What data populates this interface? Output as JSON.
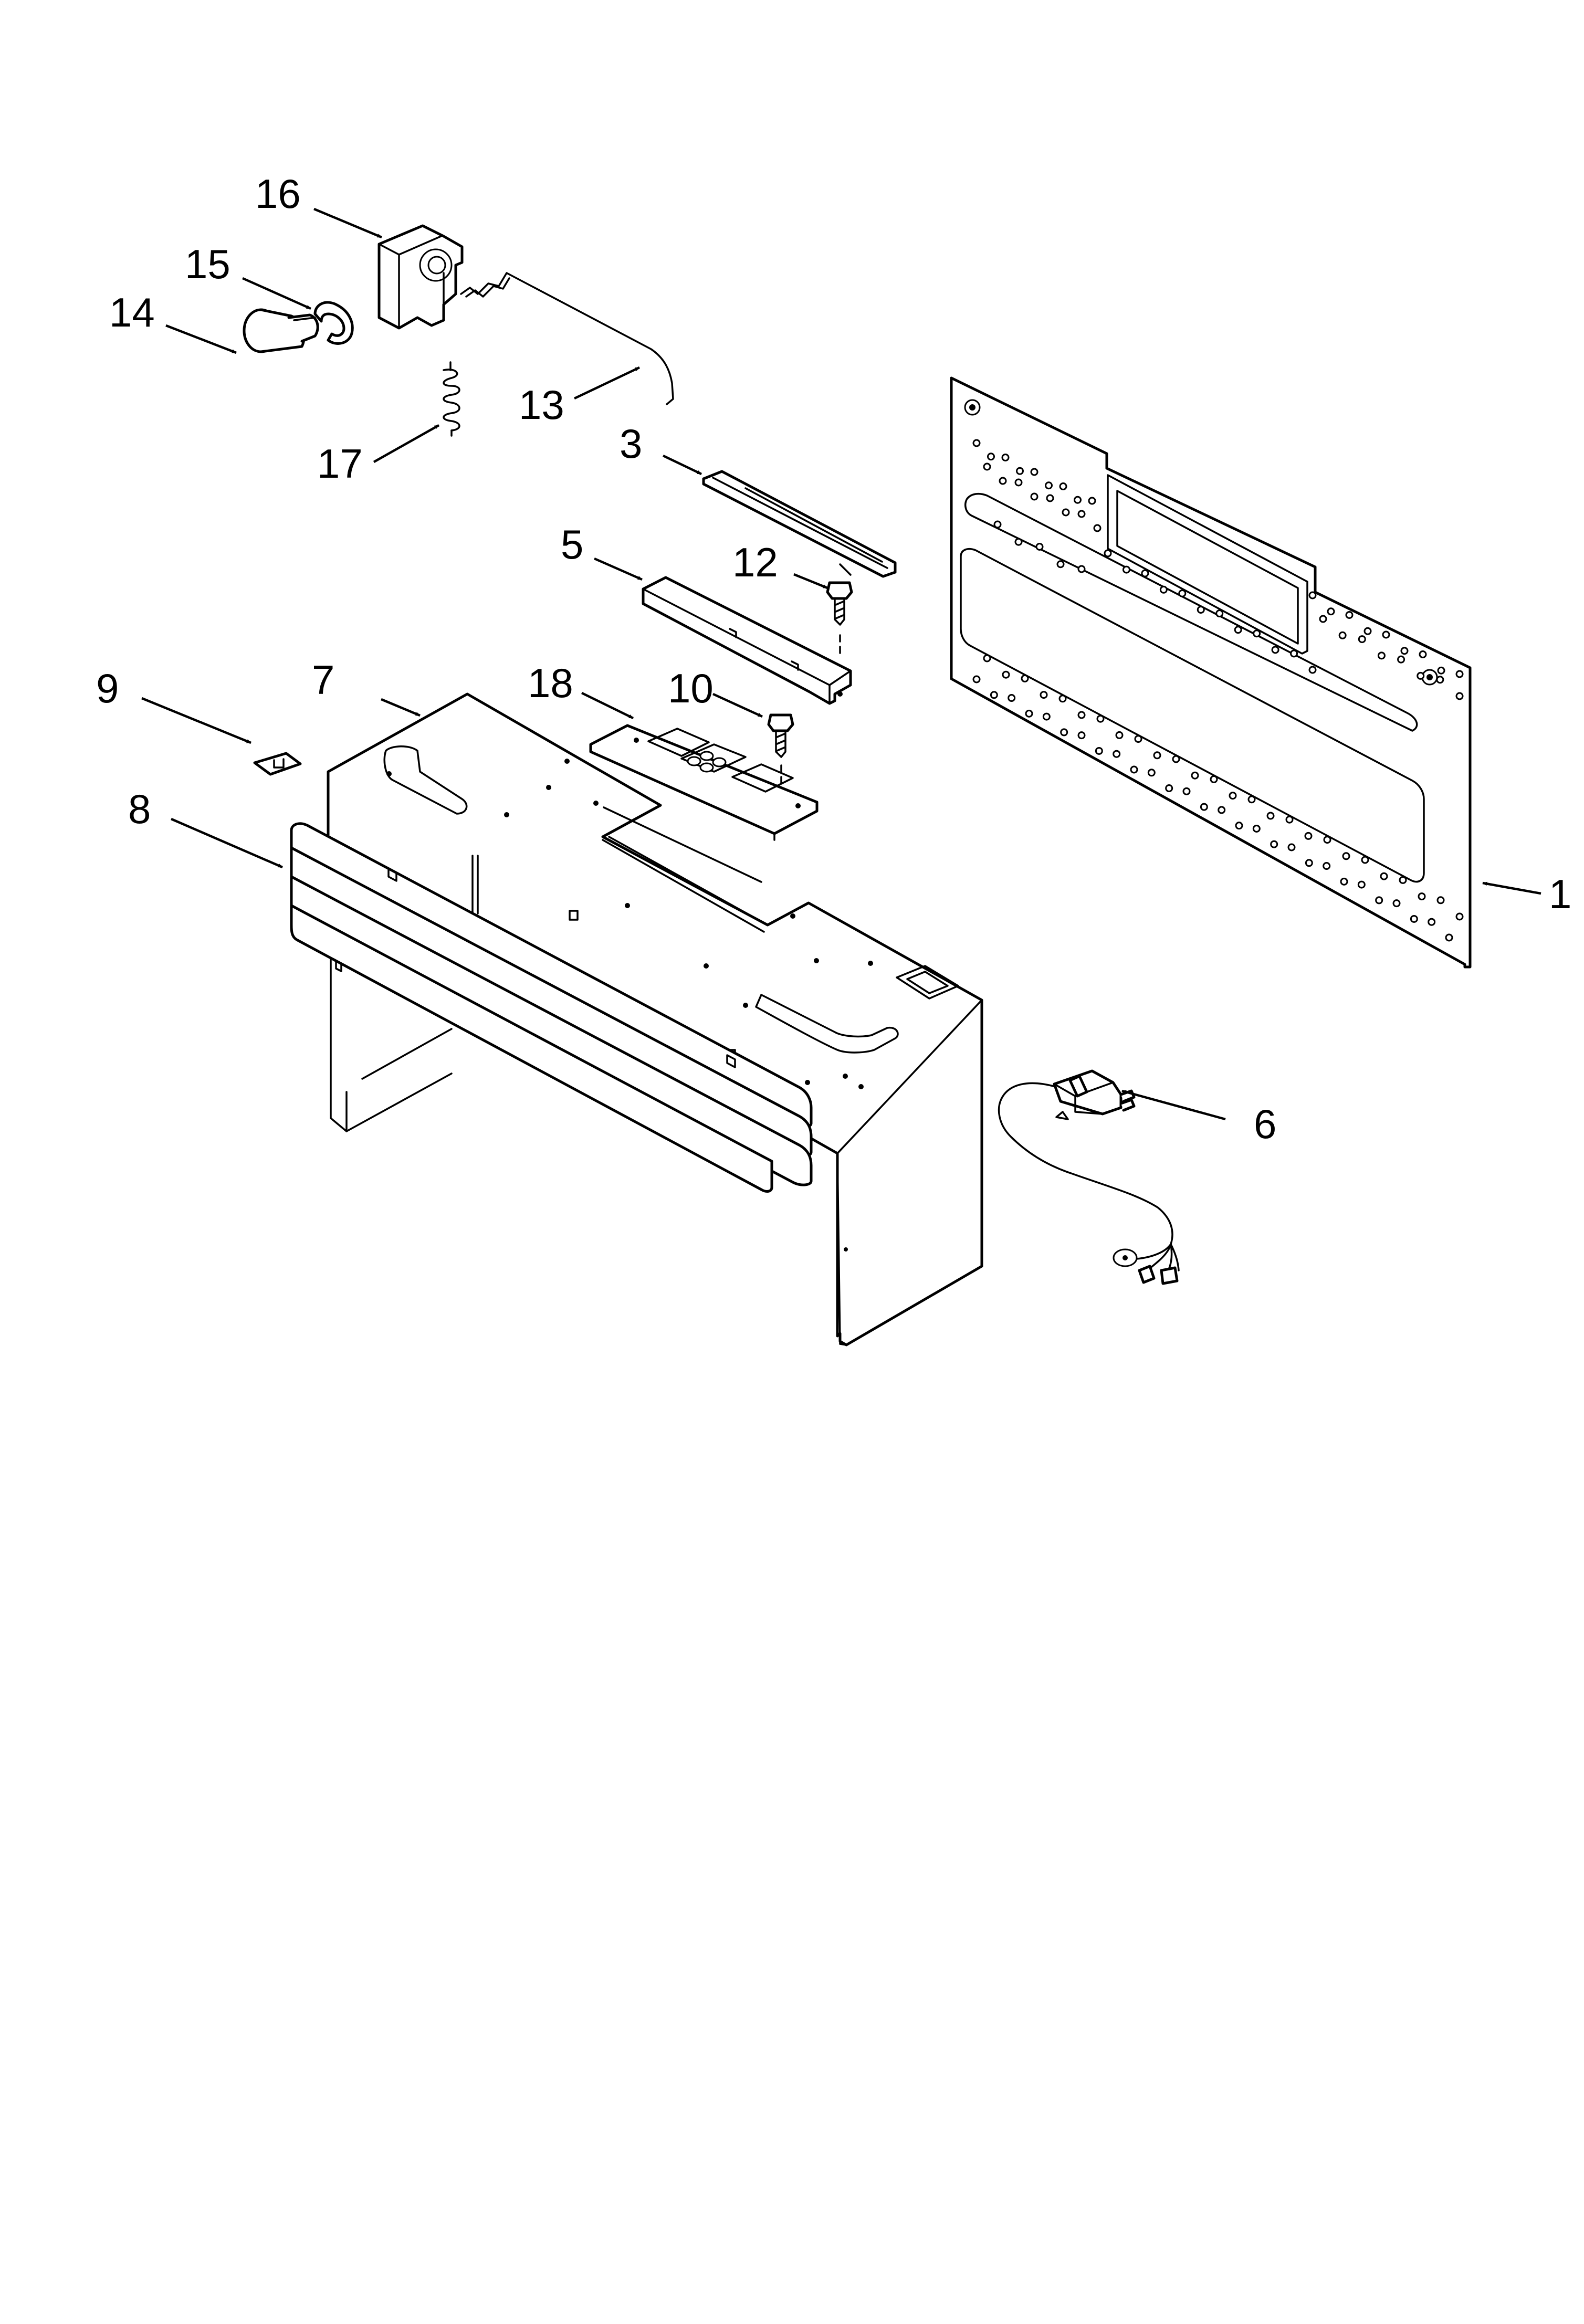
{
  "callouts": [
    {
      "id": "1",
      "text": "1",
      "part": "back-panel"
    },
    {
      "id": "3",
      "text": "3",
      "part": "top-channel"
    },
    {
      "id": "5",
      "text": "5",
      "part": "mounting-bracket"
    },
    {
      "id": "6",
      "text": "6",
      "part": "power-cord"
    },
    {
      "id": "7",
      "text": "7",
      "part": "cabinet-wrapper"
    },
    {
      "id": "8",
      "text": "8",
      "part": "vent-grille"
    },
    {
      "id": "9",
      "text": "9",
      "part": "clip"
    },
    {
      "id": "10",
      "text": "10",
      "part": "screw"
    },
    {
      "id": "12",
      "text": "12",
      "part": "screw"
    },
    {
      "id": "13",
      "text": "13",
      "part": "latch-rod"
    },
    {
      "id": "14",
      "text": "14",
      "part": "button"
    },
    {
      "id": "15",
      "text": "15",
      "part": "retaining-clip"
    },
    {
      "id": "16",
      "text": "16",
      "part": "latch-bracket"
    },
    {
      "id": "17",
      "text": "17",
      "part": "spring"
    },
    {
      "id": "18",
      "text": "18",
      "part": "control-plate"
    }
  ]
}
